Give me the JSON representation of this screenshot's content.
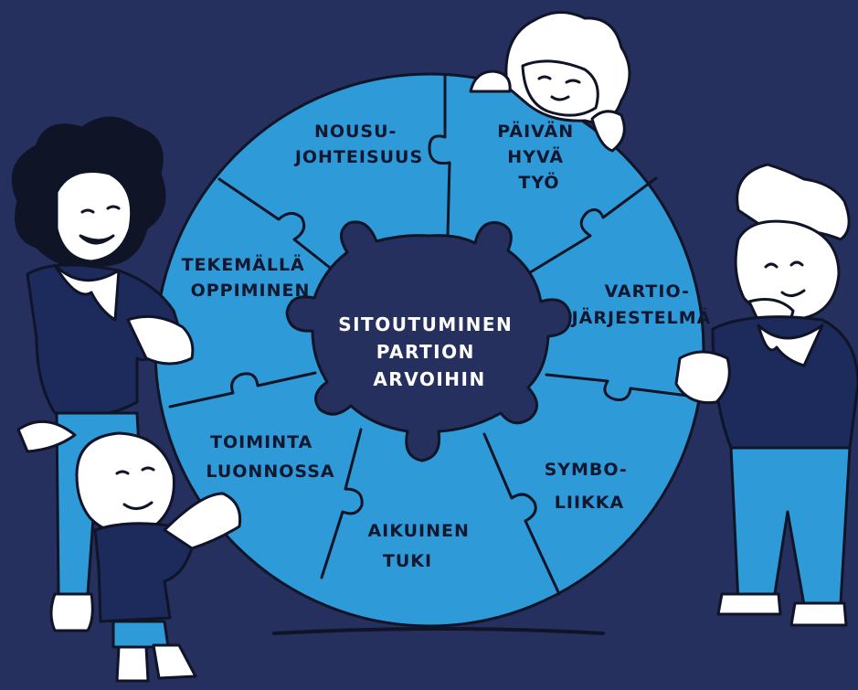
{
  "colors": {
    "background": "#25305f",
    "puzzle_blue": "#2f9ad8",
    "center_navy": "#25305f",
    "ink": "#0f1427",
    "scout_sweater": "#1c2a5c",
    "scout_pants": "#2f9ad8",
    "skin": "#ffffff"
  },
  "wheel": {
    "center": {
      "lines": [
        "SITOUTUMINEN",
        "PARTION",
        "ARVOIHIN"
      ]
    },
    "segments": [
      {
        "id": "nousujohteisuus",
        "lines": [
          "NOUSU-",
          "JOHTEISUUS"
        ]
      },
      {
        "id": "paivan-hyva-tyo",
        "lines": [
          "PÄIVÄN",
          "HYVÄ",
          "TYÖ"
        ]
      },
      {
        "id": "vartiojarjestelma",
        "lines": [
          "VARTIO-",
          "JÄRJESTELMÄ"
        ]
      },
      {
        "id": "symboliikka",
        "lines": [
          "SYMBO-",
          "LIIKKA"
        ]
      },
      {
        "id": "aikuinen-tuki",
        "lines": [
          "AIKUINEN",
          "TUKI"
        ]
      },
      {
        "id": "toiminta-luonnossa",
        "lines": [
          "TOIMINTA",
          "LUONNOSSA"
        ]
      },
      {
        "id": "tekemalla-oppiminen",
        "lines": [
          "TEKEMÄLLÄ",
          "OPPIMINEN"
        ]
      }
    ]
  },
  "figures": [
    {
      "id": "scout-woman-left",
      "icon": "scout-woman-icon"
    },
    {
      "id": "scout-child-left",
      "icon": "scout-child-icon"
    },
    {
      "id": "scout-curly-top",
      "icon": "scout-peeking-icon"
    },
    {
      "id": "scout-man-right",
      "icon": "scout-man-icon"
    }
  ]
}
